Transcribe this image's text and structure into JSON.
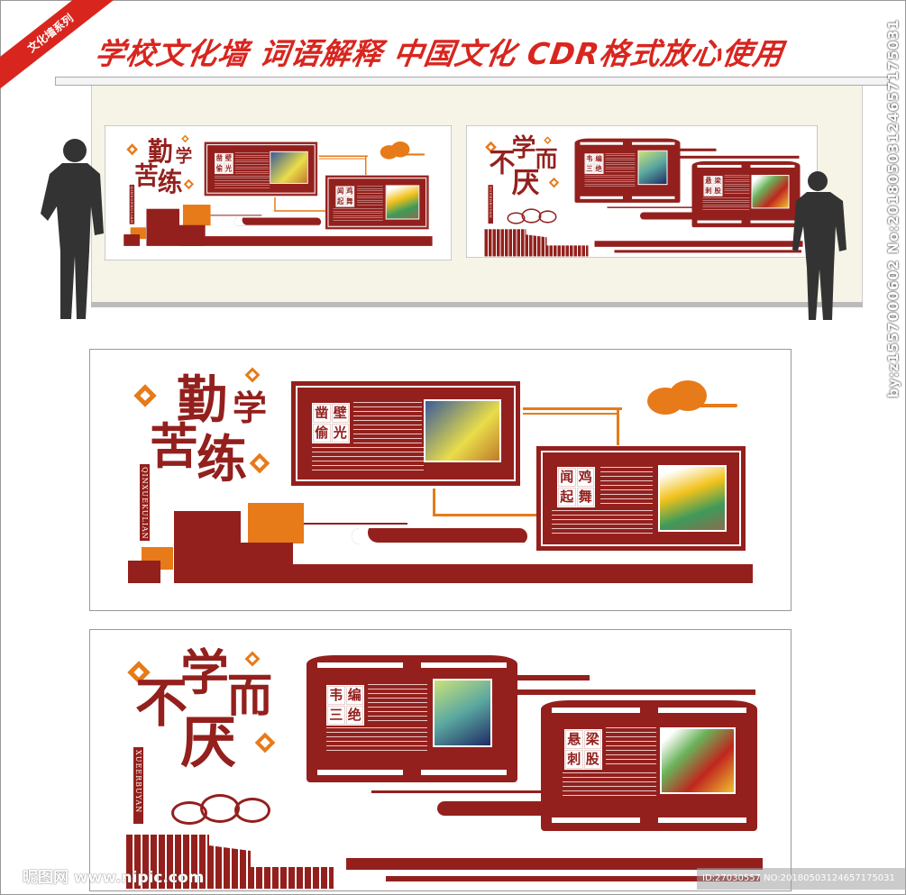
{
  "ribbon_label": "文化墙系列",
  "title": "学校文化墙 词语解释  中国文化 CDR格式放心使用",
  "vertical_watermark": "by:z1557000602 No:20180503124657175031",
  "panel1": {
    "title_chars": [
      "勤",
      "学",
      "苦",
      "练"
    ],
    "pinyin": "QINXUEKULIAN",
    "story1_heading": [
      "凿",
      "壁",
      "偷",
      "光"
    ],
    "story2_heading": [
      "闻",
      "鸡",
      "起",
      "舞"
    ]
  },
  "panel2": {
    "title_chars": [
      "不",
      "学",
      "而",
      "厌"
    ],
    "pinyin": "XUEERBUYAN",
    "story1_heading": [
      "韦",
      "编",
      "三",
      "绝"
    ],
    "story2_heading": [
      "悬",
      "梁",
      "刺",
      "股"
    ]
  },
  "colors": {
    "primary_red": "#93201d",
    "accent_orange": "#e77a19",
    "banner_red": "#d8261f"
  },
  "watermark_left": "昵图网 www.nipic.com",
  "watermark_right": "ID:27030557 NO:20180503124657175031"
}
